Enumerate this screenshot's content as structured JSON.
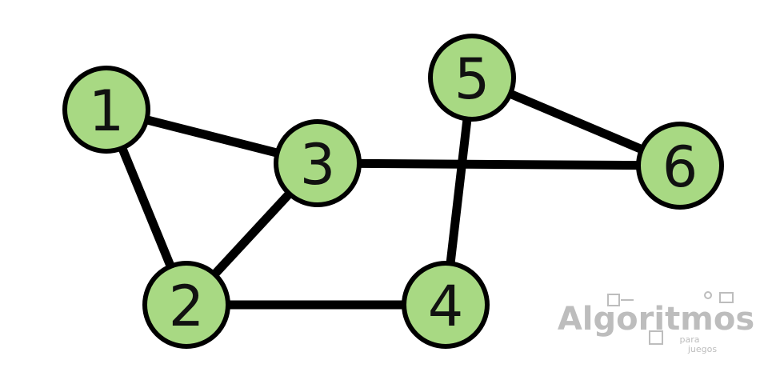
{
  "graph": {
    "node_fill": "#a8d983",
    "node_stroke": "#000000",
    "edge_color": "#000000",
    "nodes": [
      {
        "id": "1",
        "label": "1"
      },
      {
        "id": "2",
        "label": "2"
      },
      {
        "id": "3",
        "label": "3"
      },
      {
        "id": "4",
        "label": "4"
      },
      {
        "id": "5",
        "label": "5"
      },
      {
        "id": "6",
        "label": "6"
      }
    ],
    "edges": [
      {
        "from": "1",
        "to": "3"
      },
      {
        "from": "1",
        "to": "2"
      },
      {
        "from": "2",
        "to": "3"
      },
      {
        "from": "2",
        "to": "4"
      },
      {
        "from": "3",
        "to": "6"
      },
      {
        "from": "5",
        "to": "4"
      },
      {
        "from": "5",
        "to": "6"
      }
    ]
  },
  "logo": {
    "main": "Algoritmos",
    "sub1": "para",
    "sub2": "juegos",
    "color": "#bdbdbd"
  }
}
